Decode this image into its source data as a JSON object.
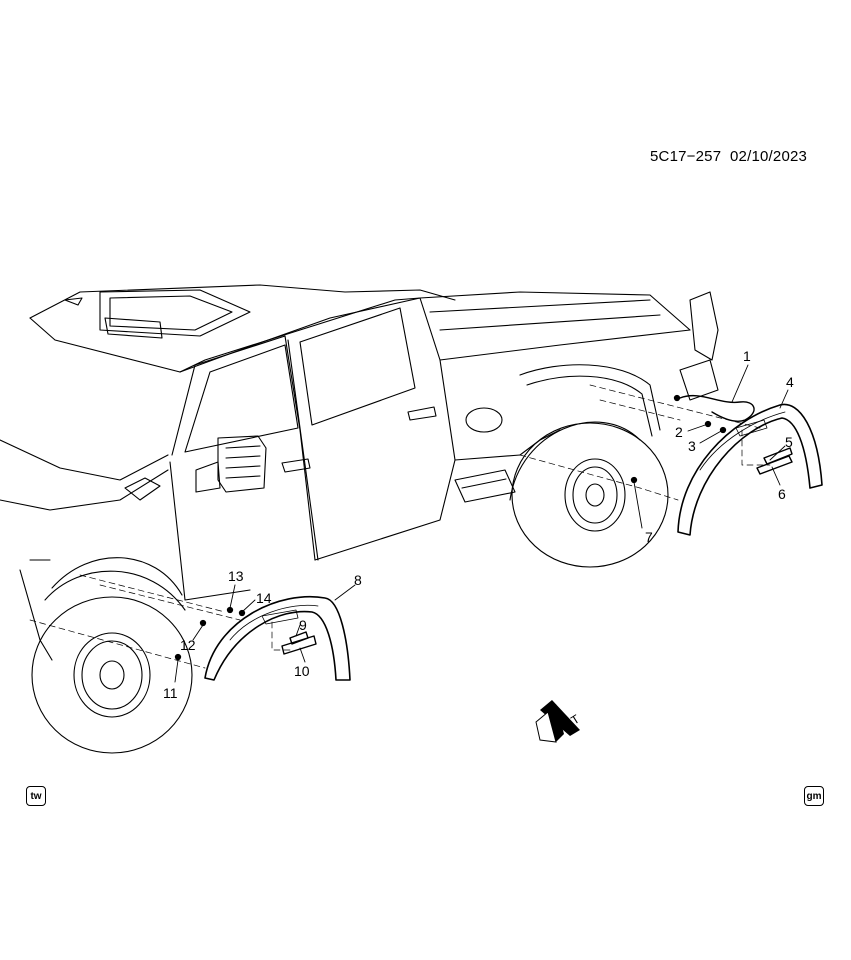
{
  "header": {
    "code": "5C17−257",
    "date": "02/10/2023"
  },
  "callouts": [
    "1",
    "2",
    "3",
    "4",
    "5",
    "6",
    "7",
    "8",
    "9",
    "10",
    "11",
    "12",
    "13",
    "14"
  ],
  "direction_label": "FRT",
  "badges": {
    "left": "tw",
    "right": "gm"
  },
  "icons": [
    "front-direction-arrow-icon",
    "tw-logo-icon",
    "gm-logo-icon"
  ]
}
